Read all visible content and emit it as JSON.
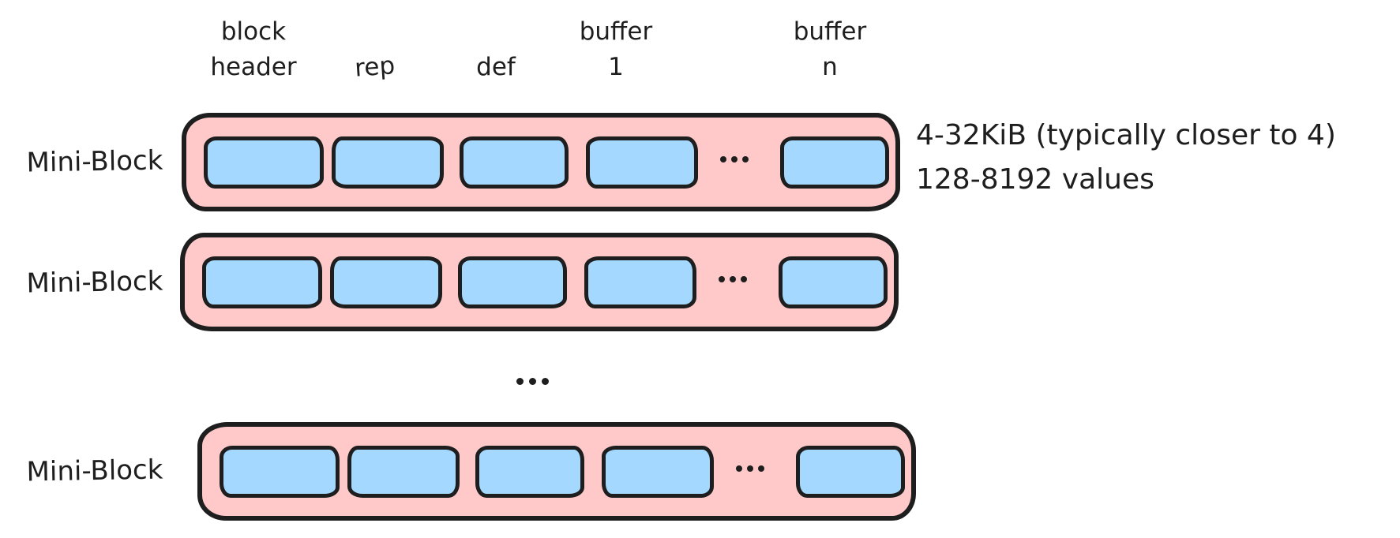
{
  "colors": {
    "block_fill": "#ffc9c9",
    "buffer_fill": "#a5d8ff",
    "stroke": "#1e1e1e",
    "background": "#ffffff"
  },
  "column_labels": [
    {
      "id": "block-header",
      "lines": [
        "block",
        "header"
      ]
    },
    {
      "id": "rep",
      "lines": [
        "rep"
      ]
    },
    {
      "id": "def",
      "lines": [
        "def"
      ]
    },
    {
      "id": "buffer-1",
      "lines": [
        "buffer",
        "1"
      ]
    },
    {
      "id": "buffer-n",
      "lines": [
        "buffer",
        "n"
      ]
    }
  ],
  "rows": [
    {
      "label": "Mini-Block",
      "ellipsis": "..."
    },
    {
      "label": "Mini-Block",
      "ellipsis": "..."
    },
    {
      "label": "Mini-Block",
      "ellipsis": "..."
    }
  ],
  "rows_gap_ellipsis": "...",
  "annotation": {
    "line1": "4-32KiB (typically closer to 4)",
    "line2": "128-8192 values"
  }
}
